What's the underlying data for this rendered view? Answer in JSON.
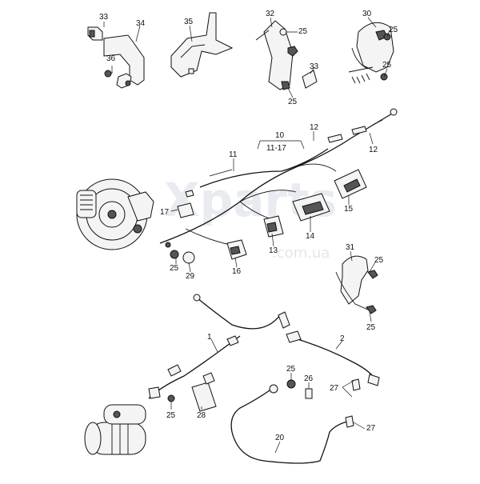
{
  "watermark": {
    "brand": "Xparts",
    "domain": ".com.ua"
  },
  "callouts": {
    "c33a": "33",
    "c34": "34",
    "c36": "36",
    "c35": "35",
    "c32": "32",
    "c25a": "25",
    "c33b": "33",
    "c25b": "25",
    "c30": "30",
    "c25c": "25",
    "c25d": "25",
    "c10": "10",
    "c11_17": "11-17",
    "c12a": "12",
    "c12b": "12",
    "c11": "11",
    "c15": "15",
    "c17": "17",
    "c14": "14",
    "c13": "13",
    "c16": "16",
    "c25e": "25",
    "c29": "29",
    "c31": "31",
    "c25f": "25",
    "c25g": "25",
    "c1": "1",
    "c2": "2",
    "c25h": "25",
    "c26": "26",
    "c27a": "27",
    "c27b": "27",
    "c25i": "25",
    "c28": "28",
    "c20": "20"
  }
}
